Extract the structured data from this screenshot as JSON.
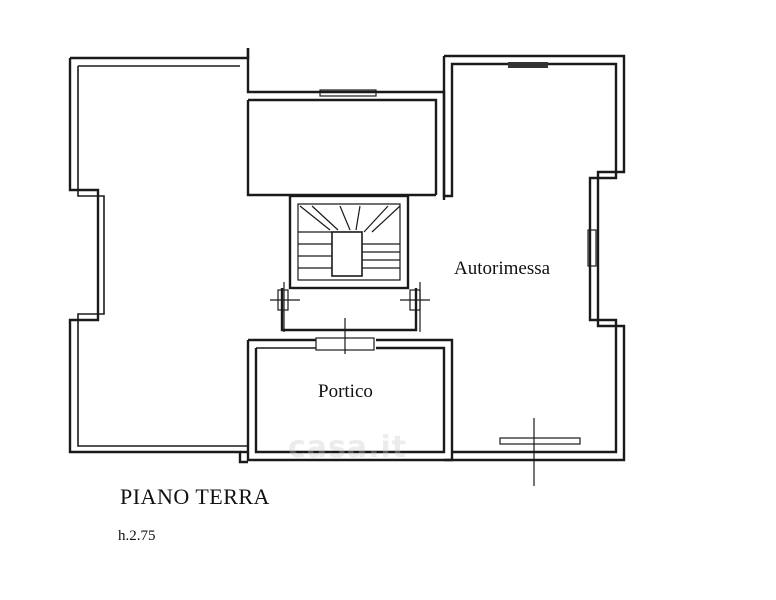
{
  "rooms": {
    "garage": "Autorimessa",
    "porch": "Portico"
  },
  "floor": {
    "title": "PIANO TERRA",
    "height": "h.2.75"
  },
  "watermark": "casa.it"
}
